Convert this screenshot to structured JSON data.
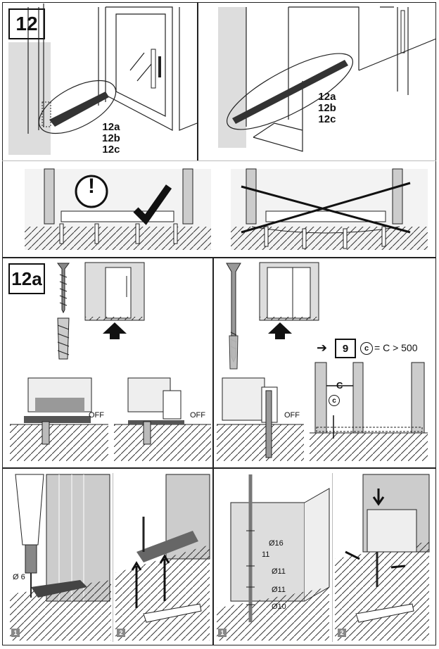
{
  "steps": {
    "step12": "12",
    "step12a": "12a"
  },
  "callouts": {
    "left": [
      "12a",
      "12b",
      "12c"
    ],
    "right": [
      "12a",
      "12b",
      "12c"
    ]
  },
  "warning_symbol": "!",
  "off_labels": [
    "OFF",
    "OFF",
    "OFF"
  ],
  "reference": {
    "arrow": "➔",
    "step": "9",
    "c_symbol": "c",
    "formula": "= C > 500",
    "c_dim": "C"
  },
  "drill_size": "Ø 6",
  "bolt_sizes": [
    "Ø16",
    "11",
    "Ø11",
    "Ø11",
    "Ø10"
  ],
  "sub_steps": [
    "1",
    "2",
    "1",
    "2"
  ],
  "icons": [
    "exclamation-icon",
    "checkmark-icon",
    "cross-out-icon",
    "up-arrow-icon",
    "screw-icon",
    "dowel-icon",
    "drill-icon",
    "caulking-gun-icon"
  ]
}
